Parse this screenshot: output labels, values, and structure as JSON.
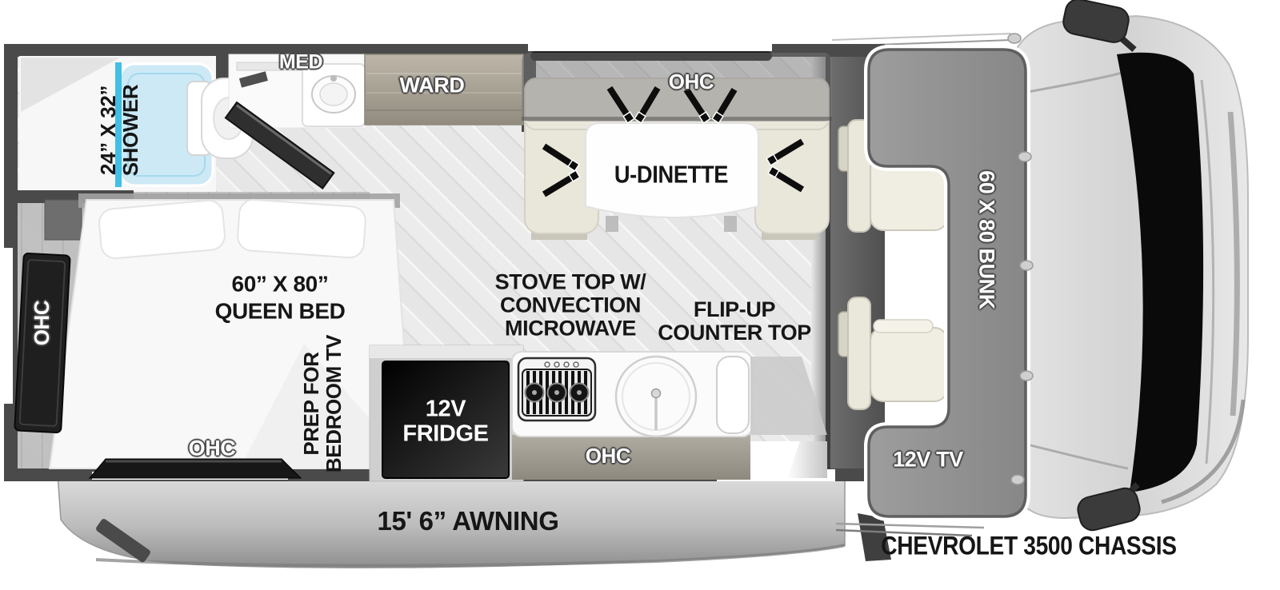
{
  "diagram_title": "Class C motorhome floorplan",
  "colors": {
    "wall": "#4a4a4a",
    "shower_glass": "#43bfe5",
    "shower_pan": "#cde9f6",
    "cabinet_dark": "#1f1f1f",
    "bench_cream": "#e9e6da",
    "bunk_gray": "#949494",
    "windshield": "#0a0a0a"
  },
  "labels": {
    "shower_size": "24” X 32”",
    "shower": "SHOWER",
    "med": "MED",
    "ward": "WARD",
    "dinette_ohc": "OHC",
    "dinette": "U-DINETTE",
    "stove_1": "STOVE TOP W/",
    "stove_2": "CONVECTION",
    "stove_3": "MICROWAVE",
    "flip_1": "FLIP-UP",
    "flip_2": "COUNTER TOP",
    "bed_size": "60” X 80”",
    "bed": "QUEEN BED",
    "bed_ohc_left": "OHC",
    "bed_ohc_bottom": "OHC",
    "tv_prep_1": "PREP FOR",
    "tv_prep_2": "BEDROOM TV",
    "fridge_1": "12V",
    "fridge_2": "FRIDGE",
    "kitchen_ohc": "OHC",
    "bunk": "60 X 80 BUNK",
    "cab_tv": "12V TV",
    "awning": "15' 6” AWNING",
    "chassis": "CHEVROLET 3500 CHASSIS"
  }
}
